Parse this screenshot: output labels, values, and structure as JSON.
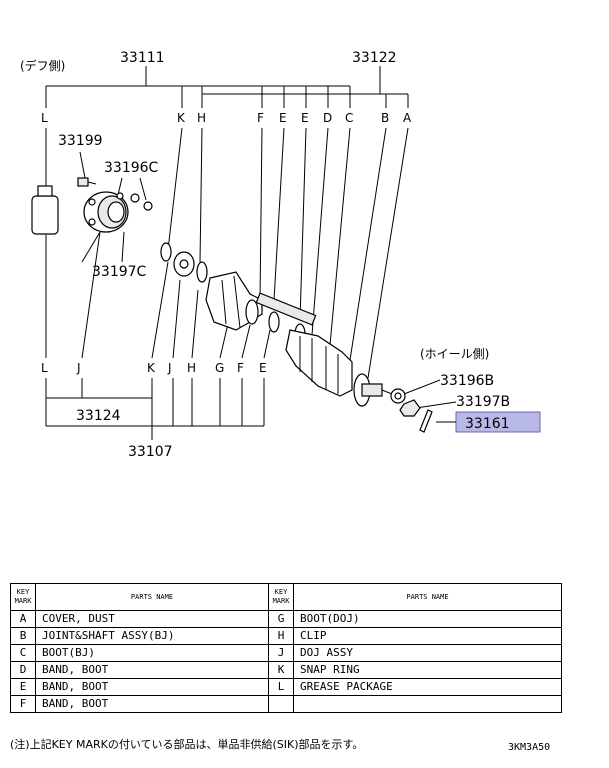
{
  "labels": {
    "diff_side": "(デフ側)",
    "p33111": "33111",
    "p33122": "33122",
    "p33199": "33199",
    "p33196c": "33196C",
    "p33197c": "33197C",
    "p33124": "33124",
    "p33107": "33107",
    "wheel_side": "(ホイール側)",
    "p33196b": "33196B",
    "p33197b": "33197B",
    "p33161": "33161"
  },
  "key_letters_top": [
    "L",
    "K",
    "H",
    "F",
    "E",
    "E",
    "D",
    "C",
    "B",
    "A"
  ],
  "key_letters_bottom": [
    "L",
    "J",
    "K",
    "J",
    "H",
    "G",
    "F",
    "E"
  ],
  "highlight_color": "#b7b8e6",
  "table": {
    "header_key": "KEY MARK",
    "header_name": "PARTS NAME",
    "rows": [
      {
        "key_l": "A",
        "name_l": "COVER, DUST",
        "key_r": "G",
        "name_r": "BOOT(DOJ)"
      },
      {
        "key_l": "B",
        "name_l": "JOINT&SHAFT ASSY(BJ)",
        "key_r": "H",
        "name_r": "CLIP"
      },
      {
        "key_l": "C",
        "name_l": "BOOT(BJ)",
        "key_r": "J",
        "name_r": "DOJ ASSY"
      },
      {
        "key_l": "D",
        "name_l": "BAND, BOOT",
        "key_r": "K",
        "name_r": "SNAP RING"
      },
      {
        "key_l": "E",
        "name_l": "BAND, BOOT",
        "key_r": "L",
        "name_r": "GREASE PACKAGE"
      },
      {
        "key_l": "F",
        "name_l": "BAND, BOOT",
        "key_r": "",
        "name_r": ""
      }
    ]
  },
  "note": "(注)上記KEY MARKの付いている部品は、単品非供給(SIK)部品を示す。",
  "diagram_code": "3KM3A50"
}
